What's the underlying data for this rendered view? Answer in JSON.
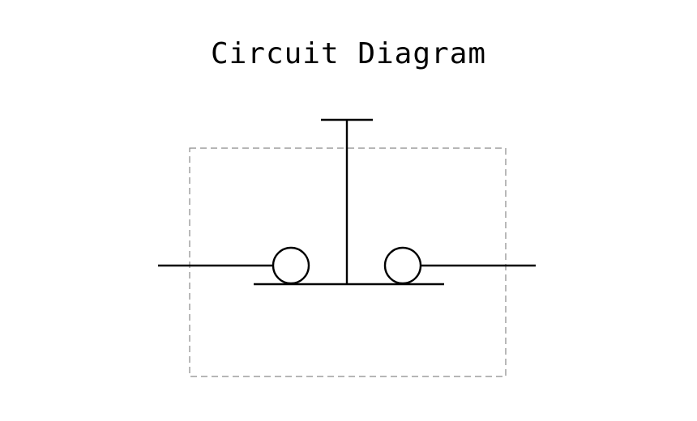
{
  "title": "Circuit Diagram",
  "colors": {
    "line": "#000000",
    "boundary": "#8a8a8a",
    "background": "#ffffff"
  },
  "components": [
    {
      "name": "top-terminal-bar"
    },
    {
      "name": "vertical-conductor"
    },
    {
      "name": "bottom-bus-bar"
    },
    {
      "name": "left-contact-circle"
    },
    {
      "name": "right-contact-circle"
    },
    {
      "name": "left-lead-wire"
    },
    {
      "name": "right-lead-wire"
    },
    {
      "name": "dashed-boundary"
    }
  ]
}
